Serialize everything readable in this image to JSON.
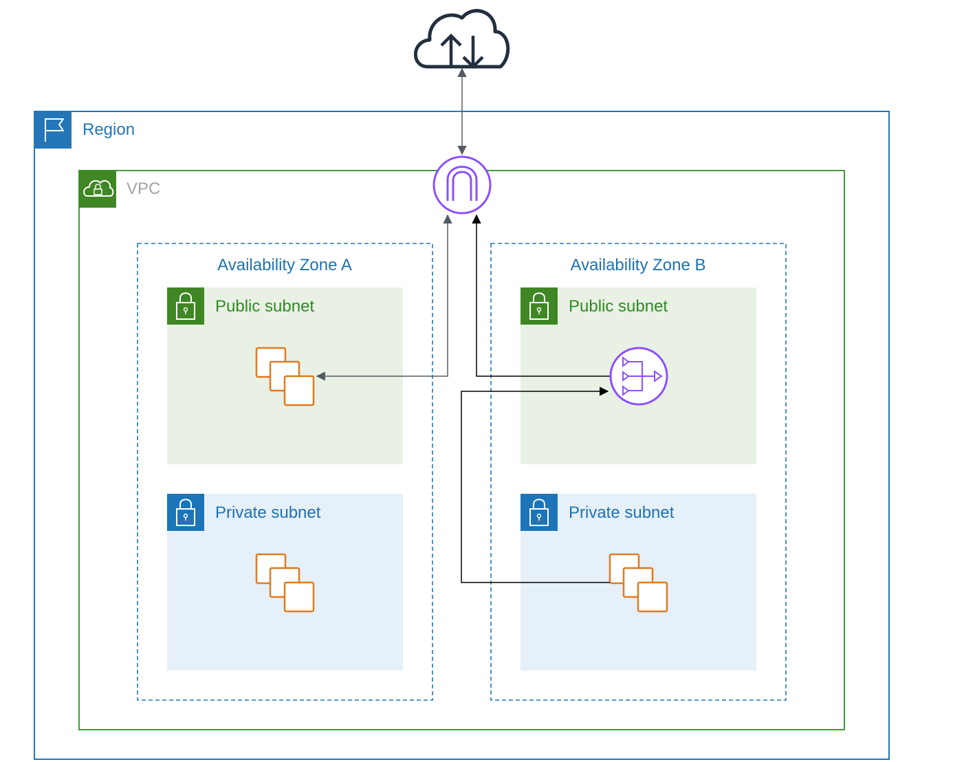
{
  "region": {
    "label": "Region",
    "color": "#2376b8",
    "icon": "flag-icon"
  },
  "vpc": {
    "label": "VPC",
    "color": "#3f9c35",
    "label_color": "#a3a3a3",
    "icon": "cloud-lock-icon"
  },
  "zones": [
    {
      "label": "Availability Zone A",
      "public_subnet": {
        "label": "Public subnet",
        "icon": "lock-icon",
        "resource_icon": "instances-icon"
      },
      "private_subnet": {
        "label": "Private subnet",
        "icon": "lock-icon",
        "resource_icon": "instances-icon"
      }
    },
    {
      "label": "Availability Zone B",
      "public_subnet": {
        "label": "Public subnet",
        "icon": "lock-icon",
        "resource_icon": "nat-gateway-icon"
      },
      "private_subnet": {
        "label": "Private subnet",
        "icon": "lock-icon",
        "resource_icon": "instances-icon"
      }
    }
  ],
  "internet_icon": "cloud-upload-download-icon",
  "internet_gateway_icon": "internet-gateway-icon",
  "colors": {
    "region": "#2376b8",
    "vpc": "#3f9c35",
    "public_subnet_fill": "#e9f1e4",
    "public_subnet_text": "#2e8b22",
    "public_subnet_badge": "#3f8624",
    "private_subnet_fill": "#e6f0f8",
    "private_subnet_text": "#1f72b0",
    "private_subnet_badge": "#1b75b8",
    "zone_text": "#1f72b0",
    "instance": "#e07b1f",
    "gateway": "#8c4fff",
    "internet": "#232f3e"
  }
}
